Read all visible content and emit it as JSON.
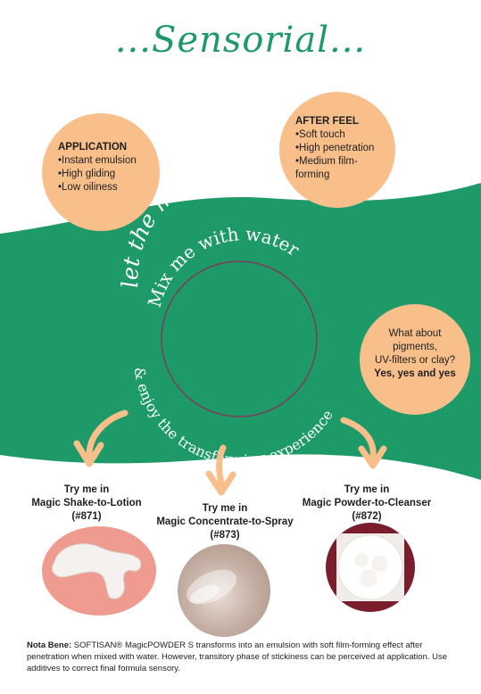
{
  "title": "...Sensorial...",
  "magic": {
    "line1": "let the magic happen:",
    "line2": "Mix me with water",
    "line3": "& enjoy the transforming experience"
  },
  "application": {
    "heading": "APPLICATION",
    "items": [
      "Instant emulsion",
      "High gliding",
      "Low oiliness"
    ]
  },
  "after_feel": {
    "heading": "AFTER FEEL",
    "items": [
      "Soft touch",
      "High penetration",
      "Medium film-forming"
    ]
  },
  "pigments": {
    "question_line1": "What about",
    "question_line2": "pigments,",
    "question_line3": "UV-filters or clay?",
    "answer": "Yes, yes and yes"
  },
  "products": [
    {
      "line1": "Try me in",
      "line2": "Magic Shake-to-Lotion",
      "line3": "(#871)"
    },
    {
      "line1": "Try me in",
      "line2": "Magic Concentrate-to-Spray",
      "line3": "(#873)"
    },
    {
      "line1": "Try me in",
      "line2": "Magic Powder-to-Cleanser",
      "line3": "(#872)"
    }
  ],
  "note": {
    "lead": "Nota Bene:",
    "text": " SOFTISAN® MagicPOWDER S transforms into an emulsion with soft film-forming effect after penetration when mixed with water. However, transitory phase of stickiness can be perceived at application. Use additives to correct final formula sensory."
  },
  "colors": {
    "green": "#1e9a69",
    "peach": "#f8bf8a",
    "ring": "#8a2f5a"
  }
}
